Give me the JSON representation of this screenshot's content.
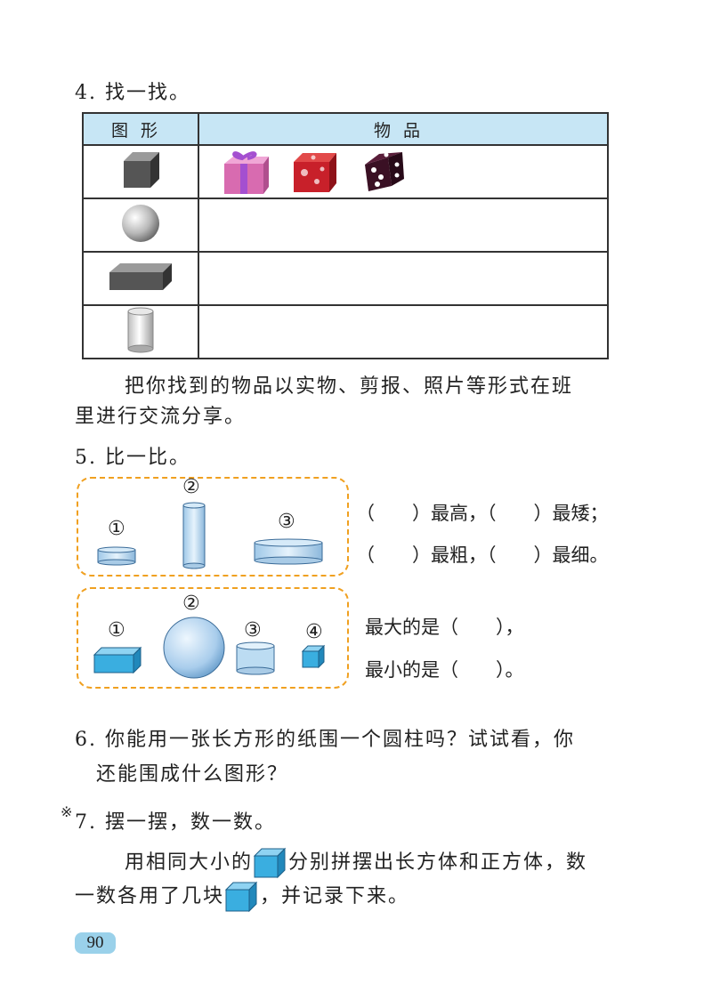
{
  "q4": {
    "title": "4. 找一找。",
    "table": {
      "headers": [
        "图形",
        "物品"
      ],
      "rows": [
        {
          "shape": "cube-icon",
          "items": [
            "gift-box-icon",
            "red-tin-icon",
            "dice-icon"
          ]
        },
        {
          "shape": "sphere-icon",
          "items": []
        },
        {
          "shape": "cuboid-icon",
          "items": []
        },
        {
          "shape": "cylinder-icon",
          "items": []
        }
      ]
    },
    "paragraph_line1": "把你找到的物品以实物、剪报、照片等形式在班",
    "paragraph_line2": "里进行交流分享。"
  },
  "q5": {
    "title": "5. 比一比。",
    "group1": {
      "labels": [
        "①",
        "②",
        "③"
      ],
      "line1": "（　　）最高，（　　）最矮；",
      "line2": "（　　）最粗，（　　）最细。"
    },
    "group2": {
      "labels": [
        "①",
        "②",
        "③",
        "④"
      ],
      "line1": "最大的是（　　），",
      "line2": "最小的是（　　）。"
    }
  },
  "q6": {
    "line1": "6. 你能用一张长方形的纸围一个圆柱吗？试试看，你",
    "line2": "还能围成什么图形？"
  },
  "q7": {
    "mark": "※",
    "title": "7. 摆一摆，数一数。",
    "line1_a": "用相同大小的",
    "line1_b": "分别拼摆出长方体和正方体，数",
    "line2_a": "一数各用了几块",
    "line2_b": "，并记录下来。"
  },
  "page_number": "90",
  "colors": {
    "header_bg": "#c7e6f5",
    "dash_border": "#f0a020",
    "cube_blue": "#3aaee0",
    "page_badge": "#9ad1ea"
  }
}
